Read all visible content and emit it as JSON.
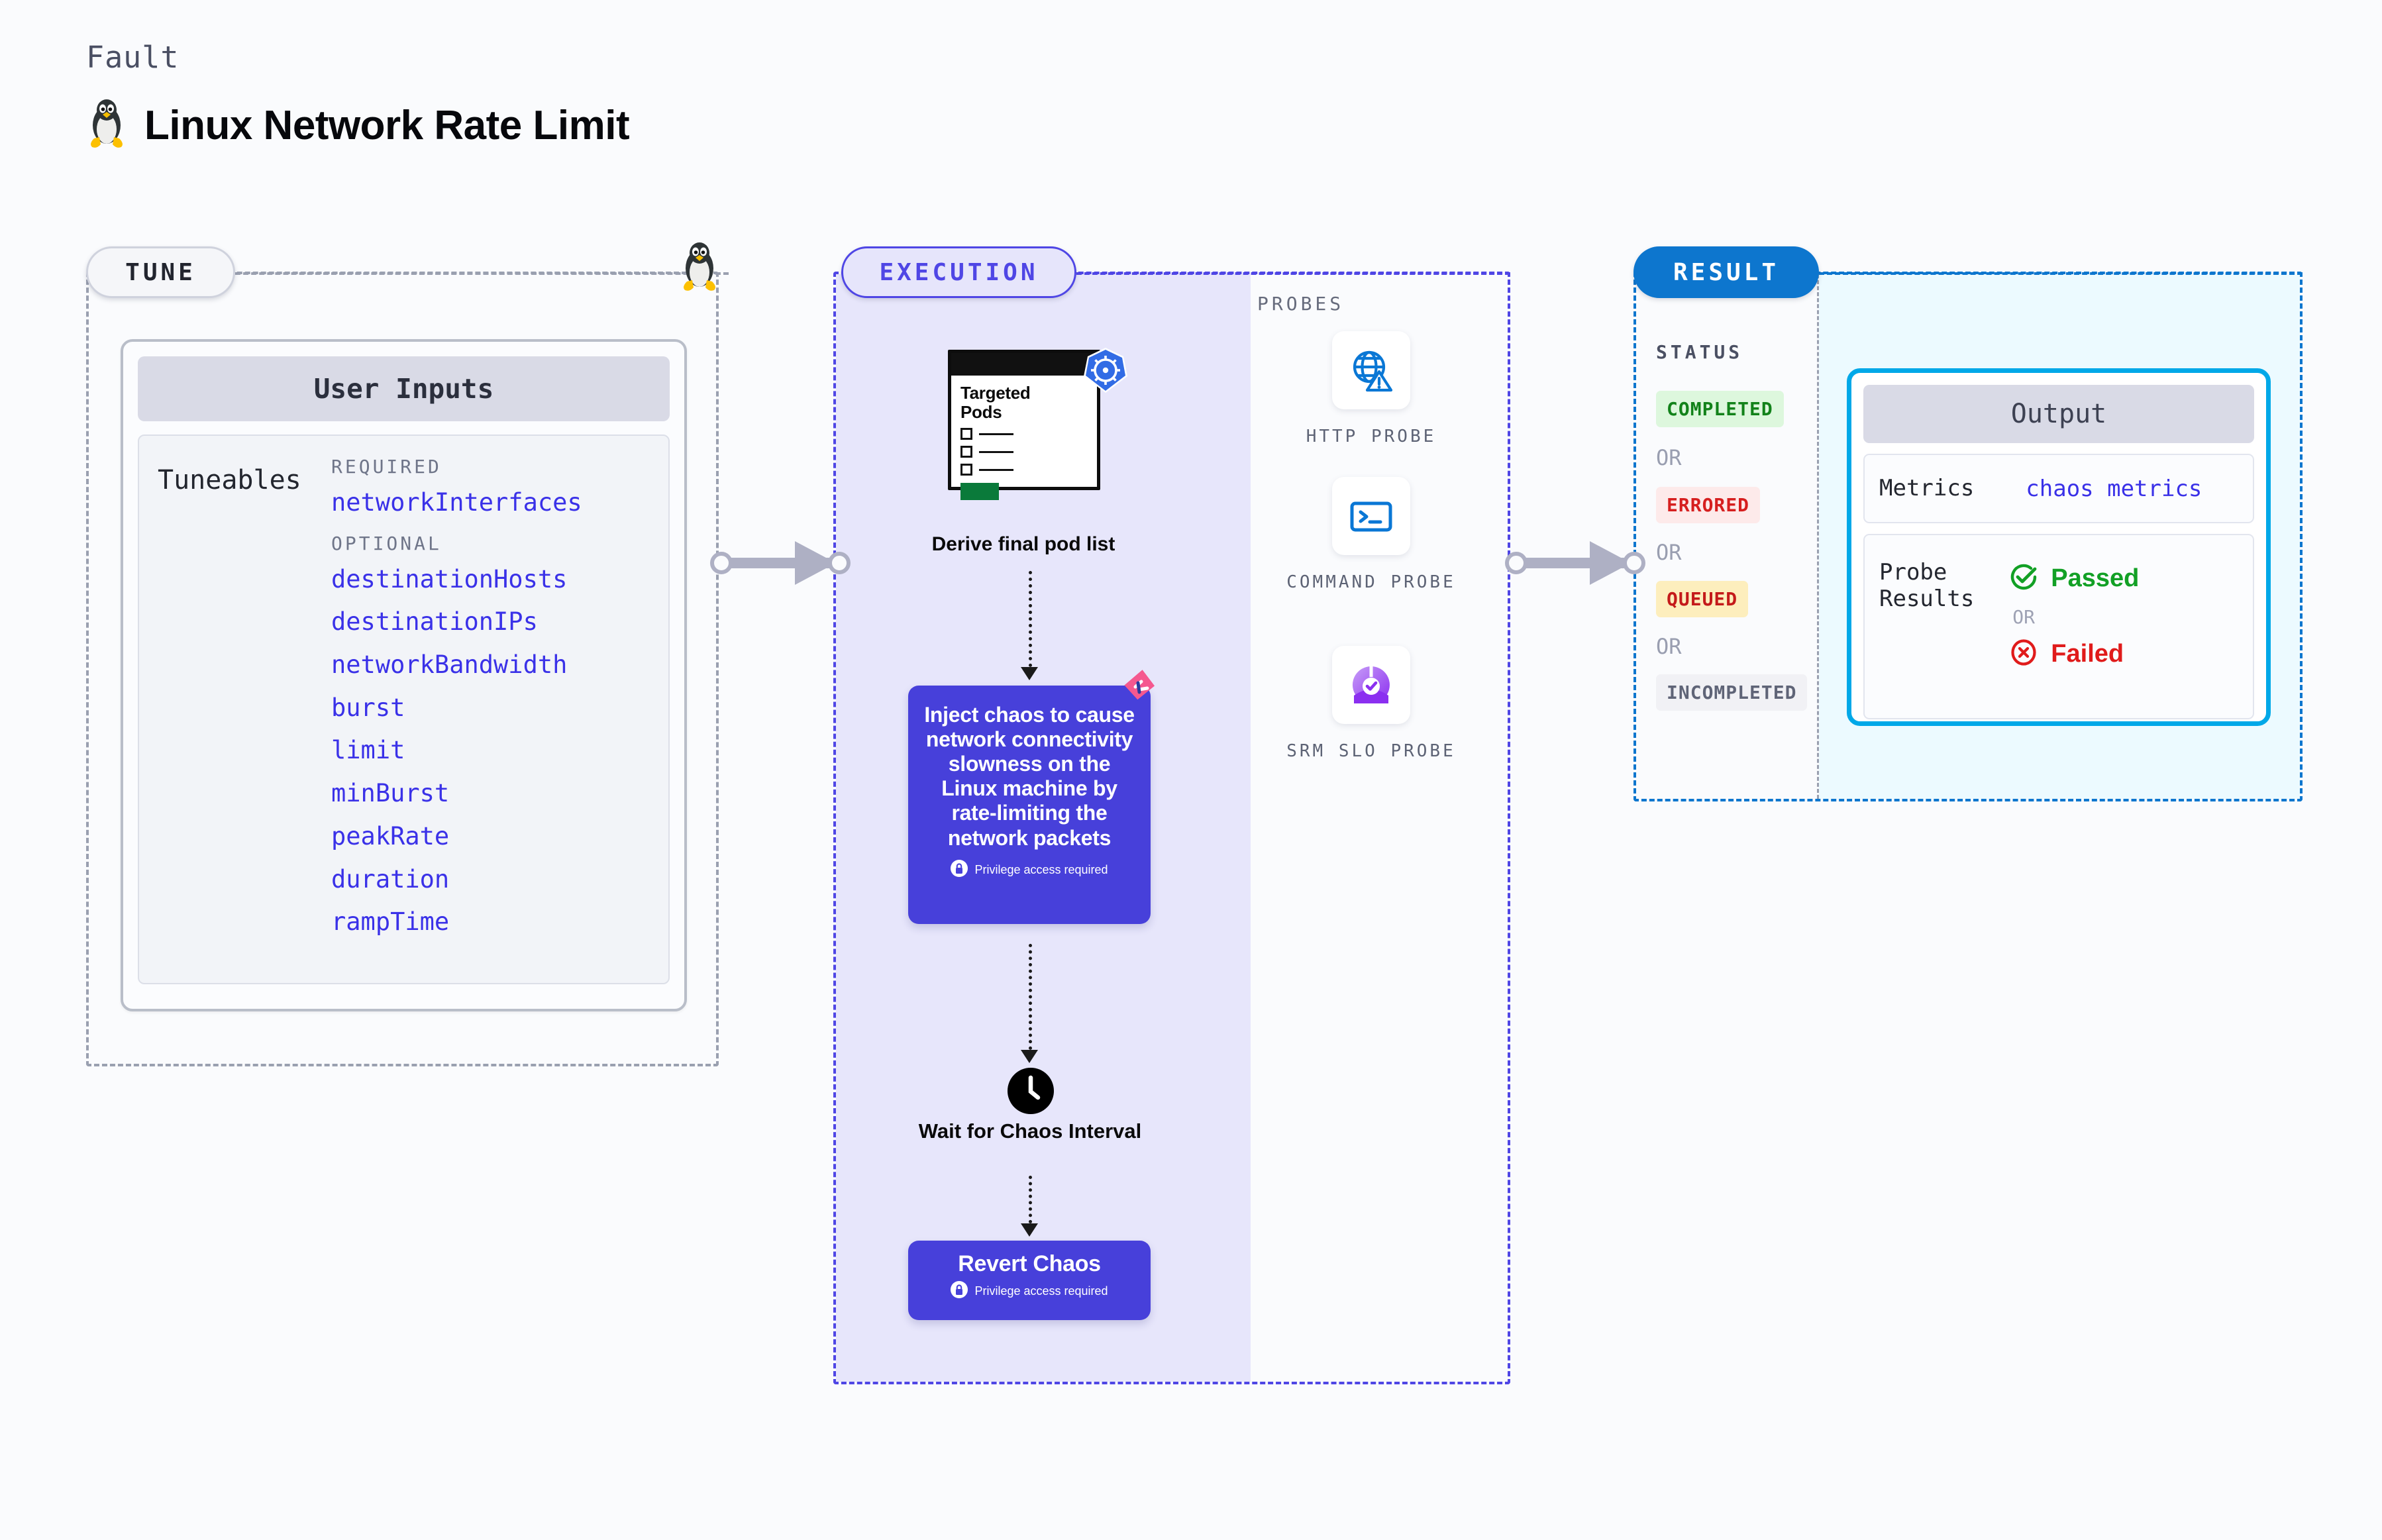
{
  "header": {
    "kicker": "Fault",
    "title": "Linux Network Rate Limit",
    "icon": "linux-penguin-icon"
  },
  "tune": {
    "tag": "TUNE",
    "marker_icon": "linux-penguin-icon",
    "card": {
      "header": "User Inputs",
      "side_label": "Tuneables",
      "groups": [
        {
          "label": "REQUIRED",
          "items": [
            "networkInterfaces"
          ]
        },
        {
          "label": "OPTIONAL",
          "items": [
            "destinationHosts",
            "destinationIPs",
            "networkBandwidth",
            "burst",
            "limit",
            "minBurst",
            "peakRate",
            "duration",
            "rampTime"
          ]
        }
      ]
    }
  },
  "execution": {
    "tag": "EXECUTION",
    "steps": {
      "targeted_pods": {
        "card_title": "Targeted\nPods",
        "badge_icon": "kubernetes-helm-icon",
        "caption": "Derive final pod list"
      },
      "inject": {
        "text": "Inject chaos to cause network connectivity slowness on the Linux machine by rate-limiting the network packets",
        "privilege_note": "Privilege access required",
        "privilege_icon": "lock-icon",
        "corner_icon": "litmus-logo-icon"
      },
      "wait": {
        "icon": "clock-icon",
        "label": "Wait for Chaos Interval"
      },
      "revert": {
        "title": "Revert Chaos",
        "privilege_note": "Privilege access required",
        "privilege_icon": "lock-icon"
      }
    }
  },
  "probes": {
    "title": "PROBES",
    "items": [
      {
        "label": "HTTP PROBE",
        "icon": "globe-warning-icon"
      },
      {
        "label": "COMMAND PROBE",
        "icon": "terminal-icon"
      },
      {
        "label": "SRM SLO PROBE",
        "icon": "slo-donut-check-icon"
      }
    ]
  },
  "result": {
    "tag": "RESULT",
    "status": {
      "title": "STATUS",
      "or_label": "OR",
      "badges": [
        {
          "label": "COMPLETED",
          "bg": "#ddf7dd",
          "fg": "#12821a"
        },
        {
          "label": "ERRORED",
          "bg": "#fdeaea",
          "fg": "#d61f1f"
        },
        {
          "label": "QUEUED",
          "bg": "#fdeebd",
          "fg": "#c41a1a"
        },
        {
          "label": "INCOMPLETED",
          "bg": "#f1f1f5",
          "fg": "#5f6477"
        }
      ]
    },
    "output": {
      "header": "Output",
      "metrics_key": "Metrics",
      "metrics_value": "chaos metrics",
      "probe_results_key": "Probe Results",
      "passed_label": "Passed",
      "passed_icon": "check-circle-icon",
      "or_label": "OR",
      "failed_label": "Failed",
      "failed_icon": "x-circle-icon"
    }
  },
  "colors": {
    "accent_indigo": "#4f46e5",
    "accent_blue": "#0d76ce",
    "accent_cyan": "#00a8e8",
    "tuneable_link": "#3a31e8",
    "pass_green": "#12821a",
    "fail_red": "#d61f1f"
  }
}
